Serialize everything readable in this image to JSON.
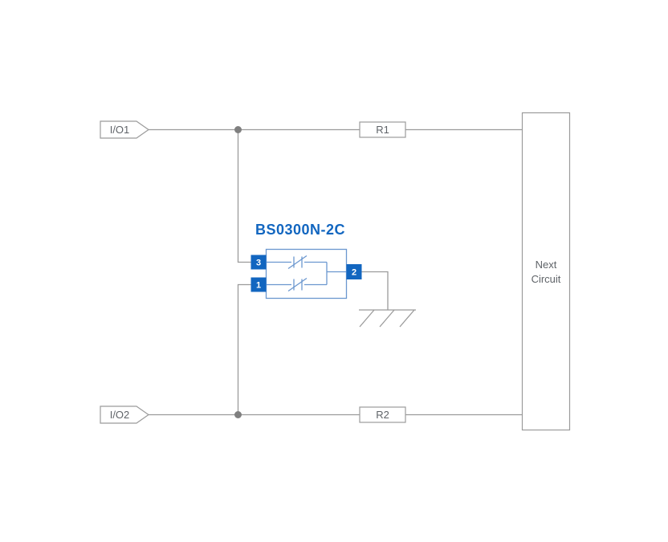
{
  "diagram": {
    "title": "BS0300N-2C",
    "labels": {
      "io1": "I/O1",
      "io2": "I/O2",
      "r1": "R1",
      "r2": "R2",
      "next_line1": "Next",
      "next_line2": "Circuit",
      "pin1": "1",
      "pin2": "2",
      "pin3": "3"
    },
    "colors": {
      "line": "#9b9b9b",
      "text": "#5f6368",
      "accent_blue": "#1266c0",
      "device_outline": "#6b97cf",
      "junction": "#7f7f7f",
      "background": "#ffffff"
    }
  }
}
